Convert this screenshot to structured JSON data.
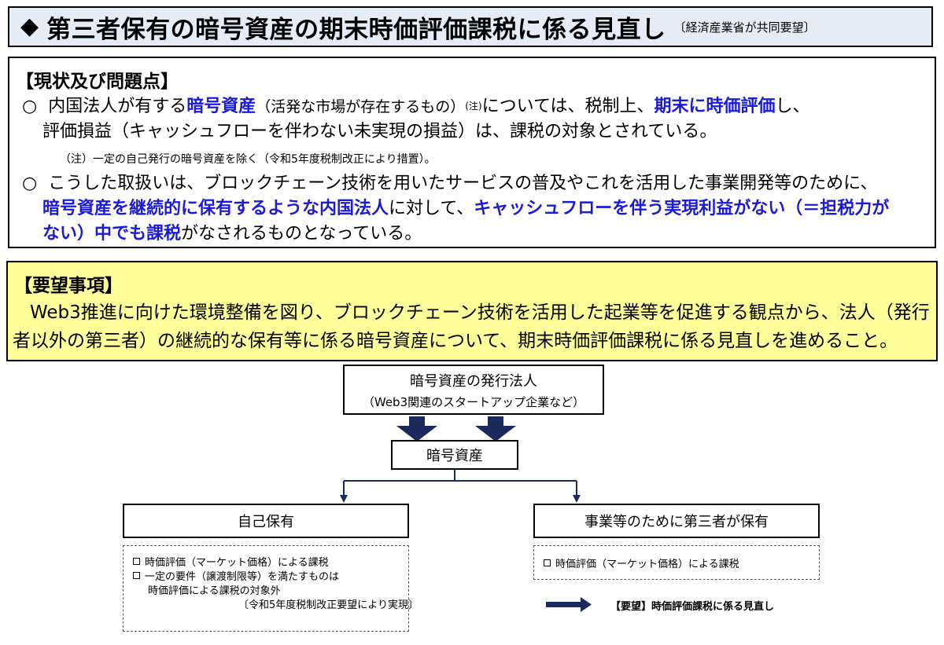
{
  "title": {
    "diamond": "◆",
    "main": "第三者保有の暗号資産の期末時価評価課税に係る見直し",
    "note": "〔経済産業省が共同要望〕"
  },
  "status": {
    "heading": "【現状及び問題点】",
    "item1": {
      "bullet": "○",
      "a": "内国法人が有する",
      "b": "暗号資産",
      "c": "（活発な市場が存在するもの）",
      "sup": "(注)",
      "d": "については、税制上、",
      "e": "期末に時価評価",
      "f": "し、",
      "line2": "評価損益（キャッシュフローを伴わない未実現の損益）は、課税の対象とされている。"
    },
    "note": "（注）一定の自己発行の暗号資産を除く（令和5年度税制改正により措置）。",
    "item2": {
      "bullet": "○",
      "line1": "こうした取扱いは、ブロックチェーン技術を用いたサービスの普及やこれを活用した事業開発等のために、",
      "a": "暗号資産を継続的に保有するような内国法人",
      "b": "に対して、",
      "c": "キャッシュフローを伴う実現利益がない（＝担税力が",
      "d": "ない）中でも課税",
      "e": "がなされるものとなっている。"
    }
  },
  "request": {
    "heading": "【要望事項】",
    "line1": "Web3推進に向けた環境整備を図り、ブロックチェーン技術を活用した起業等を促進する観点から、法人（発行",
    "line2": "者以外の第三者）の継続的な保有等に係る暗号資産について、期末時価評価課税に係る見直しを進めること。"
  },
  "diagram": {
    "issuer": {
      "name": "暗号資産の発行法人",
      "sub": "（Web3関連のスタートアップ企業など）"
    },
    "asset": "暗号資産",
    "self_holding": {
      "label": "自己保有",
      "items": [
        "時価評価（マーケット価格）による課税",
        "一定の要件（譲渡制限等）を満たすものは"
      ],
      "continuation": "時価評価による課税の対象外",
      "note": "〔令和5年度税制改正要望により実現〕"
    },
    "third_party": {
      "label": "事業等のために第三者が保有",
      "items": [
        "時価評価（マーケット価格）による課税"
      ]
    },
    "legend": "【要望】時価評価課税に係る見直し",
    "accent_color": "#1a2a5c"
  }
}
